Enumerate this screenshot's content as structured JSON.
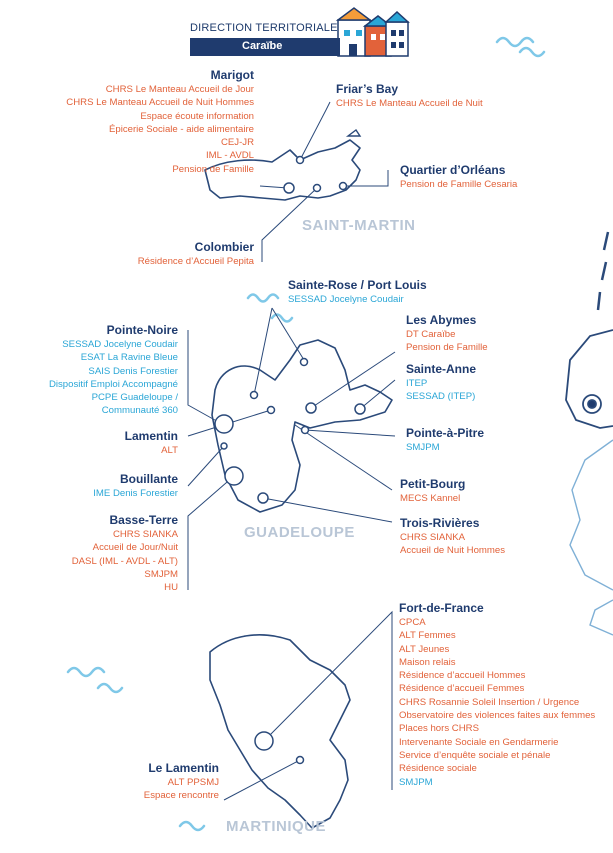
{
  "header": {
    "title": "DIRECTION TERRITORIALE",
    "subtitle": "Caraïbe"
  },
  "colors": {
    "navy": "#1f3b6e",
    "orange": "#e2623a",
    "cyan": "#2aa6d6",
    "region_label": "#b9c6d6",
    "map_outline": "#2b4a7a"
  },
  "regions": {
    "saint_martin": "SAINT-MARTIN",
    "guadeloupe": "GUADELOUPE",
    "martinique": "MARTINIQUE"
  },
  "locations": {
    "marigot": {
      "name": "Marigot",
      "items": [
        {
          "text": "CHRS Le Manteau Accueil de Jour",
          "color": "orange"
        },
        {
          "text": "CHRS Le Manteau Accueil de Nuit Hommes",
          "color": "orange"
        },
        {
          "text": "Espace écoute information",
          "color": "orange"
        },
        {
          "text": "Épicerie Sociale - aide alimentaire",
          "color": "orange"
        },
        {
          "text": "CEJ-JR",
          "color": "orange"
        },
        {
          "text": "IML - AVDL",
          "color": "orange"
        },
        {
          "text": "Pension de Famille",
          "color": "orange"
        }
      ]
    },
    "friars_bay": {
      "name": "Friar’s Bay",
      "items": [
        {
          "text": "CHRS Le Manteau Accueil de Nuit",
          "color": "orange"
        }
      ]
    },
    "quartier_orleans": {
      "name": "Quartier d’Orléans",
      "items": [
        {
          "text": "Pension de Famille Cesaria",
          "color": "orange"
        }
      ]
    },
    "colombier": {
      "name": "Colombier",
      "items": [
        {
          "text": "Résidence d’Accueil Pepita",
          "color": "orange"
        }
      ]
    },
    "sainte_rose": {
      "name": "Sainte-Rose / Port Louis",
      "items": [
        {
          "text": "SESSAD Jocelyne Coudair",
          "color": "cyan"
        }
      ]
    },
    "pointe_noire": {
      "name": "Pointe-Noire",
      "items": [
        {
          "text": "SESSAD Jocelyne Coudair",
          "color": "cyan"
        },
        {
          "text": "ESAT La Ravine Bleue",
          "color": "cyan"
        },
        {
          "text": "SAIS Denis Forestier",
          "color": "cyan"
        },
        {
          "text": "Dispositif Emploi Accompagné",
          "color": "cyan"
        },
        {
          "text": "PCPE Guadeloupe /",
          "color": "cyan"
        },
        {
          "text": "Communauté 360",
          "color": "cyan"
        }
      ]
    },
    "les_abymes": {
      "name": "Les Abymes",
      "items": [
        {
          "text": "DT Caraïbe",
          "color": "orange"
        },
        {
          "text": "Pension de Famille",
          "color": "orange"
        }
      ]
    },
    "sainte_anne": {
      "name": "Sainte-Anne",
      "items": [
        {
          "text": "ITEP",
          "color": "cyan"
        },
        {
          "text": "SESSAD (ITEP)",
          "color": "cyan"
        }
      ]
    },
    "lamentin": {
      "name": "Lamentin",
      "items": [
        {
          "text": "ALT",
          "color": "orange"
        }
      ]
    },
    "pointe_a_pitre": {
      "name": "Pointe-à-Pitre",
      "items": [
        {
          "text": "SMJPM",
          "color": "cyan"
        }
      ]
    },
    "bouillante": {
      "name": "Bouillante",
      "items": [
        {
          "text": "IME Denis Forestier",
          "color": "cyan"
        }
      ]
    },
    "petit_bourg": {
      "name": "Petit-Bourg",
      "items": [
        {
          "text": "MECS Kannel",
          "color": "orange"
        }
      ]
    },
    "basse_terre": {
      "name": "Basse-Terre",
      "items": [
        {
          "text": "CHRS SIANKA",
          "color": "orange"
        },
        {
          "text": "Accueil de Jour/Nuit",
          "color": "orange"
        },
        {
          "text": "DASL (IML - AVDL - ALT)",
          "color": "orange"
        },
        {
          "text": "SMJPM",
          "color": "orange"
        },
        {
          "text": "HU",
          "color": "orange"
        }
      ]
    },
    "trois_rivieres": {
      "name": "Trois-Rivières",
      "items": [
        {
          "text": "CHRS SIANKA",
          "color": "orange"
        },
        {
          "text": "Accueil de Nuit Hommes",
          "color": "orange"
        }
      ]
    },
    "fort_de_france": {
      "name": "Fort-de-France",
      "items": [
        {
          "text": "CPCA",
          "color": "orange"
        },
        {
          "text": "ALT Femmes",
          "color": "orange"
        },
        {
          "text": "ALT Jeunes",
          "color": "orange"
        },
        {
          "text": "Maison relais",
          "color": "orange"
        },
        {
          "text": "Résidence d’accueil Hommes",
          "color": "orange"
        },
        {
          "text": "Résidence d’accueil Femmes",
          "color": "orange"
        },
        {
          "text": "CHRS Rosannie Soleil Insertion / Urgence",
          "color": "orange"
        },
        {
          "text": "Observatoire des violences faites aux femmes",
          "color": "orange"
        },
        {
          "text": "Places hors CHRS",
          "color": "orange"
        },
        {
          "text": "Intervenante Sociale en Gendarmerie",
          "color": "orange"
        },
        {
          "text": "Service d’enquête sociale et pénale",
          "color": "orange"
        },
        {
          "text": "Résidence sociale",
          "color": "orange"
        },
        {
          "text": "SMJPM",
          "color": "cyan"
        }
      ]
    },
    "le_lamentin": {
      "name": "Le Lamentin",
      "items": [
        {
          "text": "ALT PPSMJ",
          "color": "orange"
        },
        {
          "text": "Espace rencontre",
          "color": "orange"
        }
      ]
    }
  }
}
